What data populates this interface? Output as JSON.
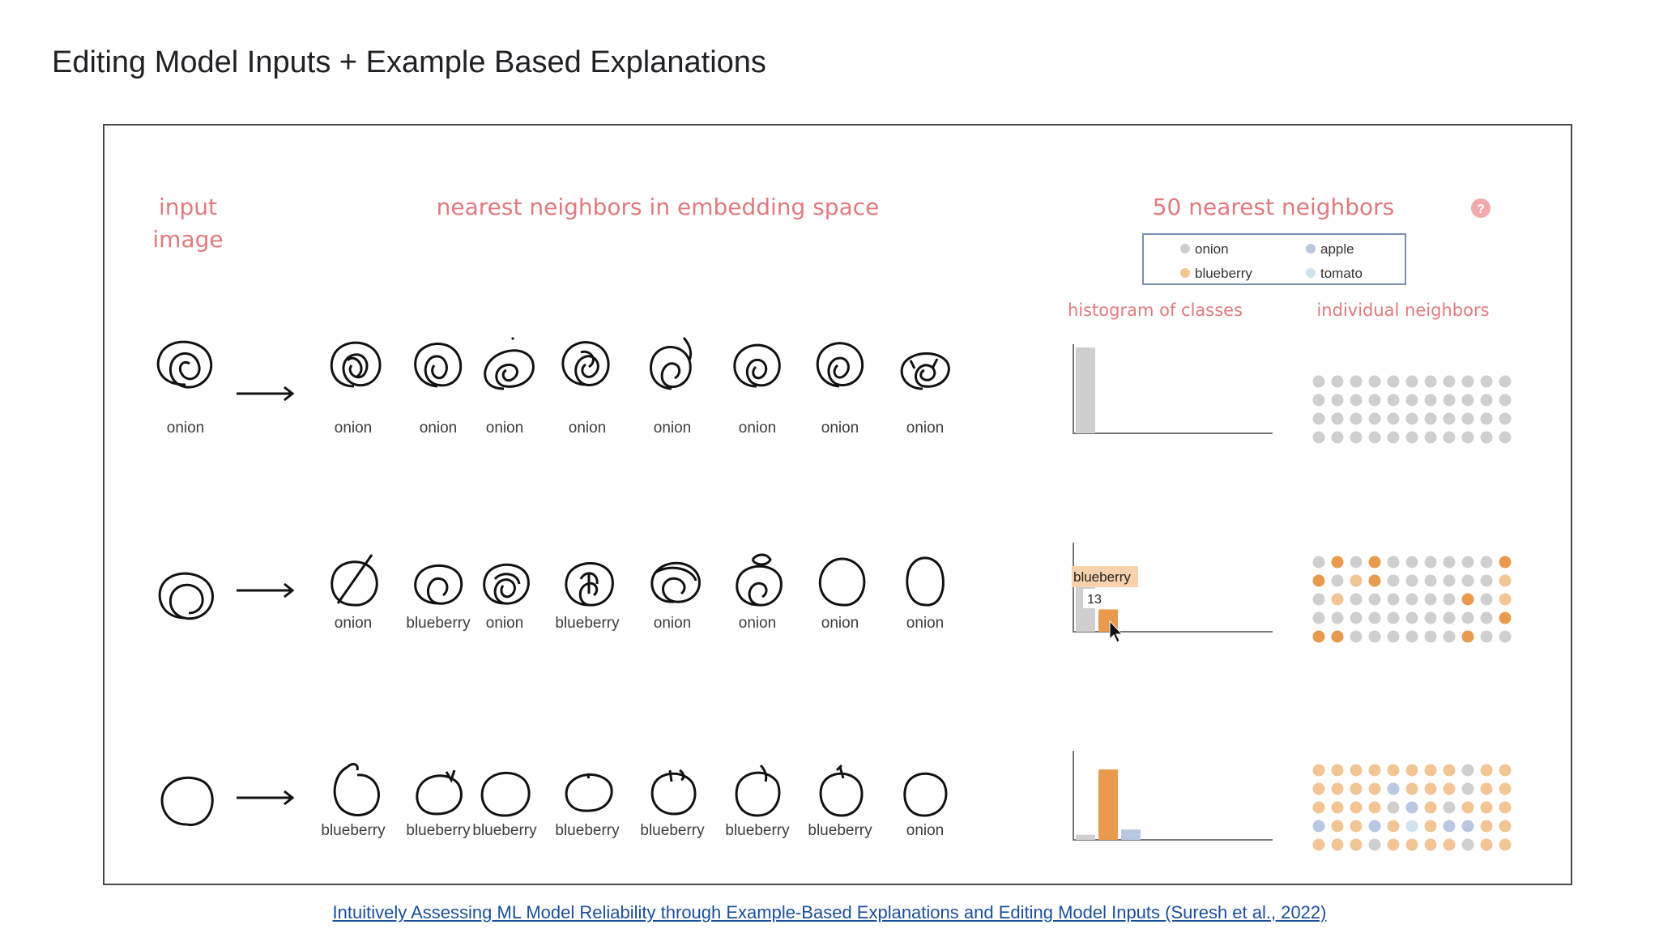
{
  "slide": {
    "title": "Editing Model Inputs + Example Based Explanations",
    "citation": "Intuitively Assessing ML Model Reliability through Example-Based Explanations and Editing Model Inputs (Suresh et al., 2022)"
  },
  "figure": {
    "input_heading_line1": "input",
    "input_heading_line2": "image",
    "neighbors_heading": "nearest neighbors in embedding space",
    "fifty_heading": "50 nearest neighbors",
    "histogram_heading": "histogram of classes",
    "individual_heading": "individual neighbors",
    "help_icon": "question-mark-icon",
    "legend": [
      {
        "label": "onion",
        "color": "#cfcfcf"
      },
      {
        "label": "apple",
        "color": "#b9c7e3"
      },
      {
        "label": "blueberry",
        "color": "#f2c595"
      },
      {
        "label": "tomato",
        "color": "#cfe3ef"
      }
    ],
    "colors": {
      "onion": "#cfcfcf",
      "apple": "#b9c7e3",
      "blueberry": "#f2c595",
      "blueberry_strong": "#e99a4e",
      "tomato": "#cfe3ef",
      "handwriting": "#e07a7e"
    },
    "rows": [
      {
        "input_label": "onion",
        "neighbor_labels": [
          "onion",
          "onion",
          "onion",
          "onion",
          "onion",
          "onion",
          "onion",
          "onion"
        ],
        "histogram": {
          "onion": 50
        },
        "dots": [
          "ooooooooooo",
          "ooooooooooo",
          "ooooooooooo",
          "ooooooooooo"
        ]
      },
      {
        "input_label": "",
        "neighbor_labels": [
          "onion",
          "blueberry",
          "onion",
          "blueberry",
          "onion",
          "onion",
          "onion",
          "onion"
        ],
        "histogram": {
          "onion": 37,
          "blueberry": 13
        },
        "tooltip_label": "blueberry",
        "tooltip_count": "13",
        "dots": [
          "oBoBooooooB",
          "BobBoooooob",
          "obooooooBob",
          "ooooooooooB",
          "BBooooooBoo"
        ]
      },
      {
        "input_label": "",
        "neighbor_labels": [
          "blueberry",
          "blueberry",
          "blueberry",
          "blueberry",
          "blueberry",
          "blueberry",
          "blueberry",
          "onion"
        ],
        "histogram": {
          "blueberry": 41,
          "apple": 6,
          "onion": 3
        },
        "dots": [
          "bbbbbbbbobb",
          "bbbbabbbobb",
          "bbbboabobbb",
          "abbabtbaabb",
          "bbbobbbbobb"
        ]
      }
    ]
  }
}
